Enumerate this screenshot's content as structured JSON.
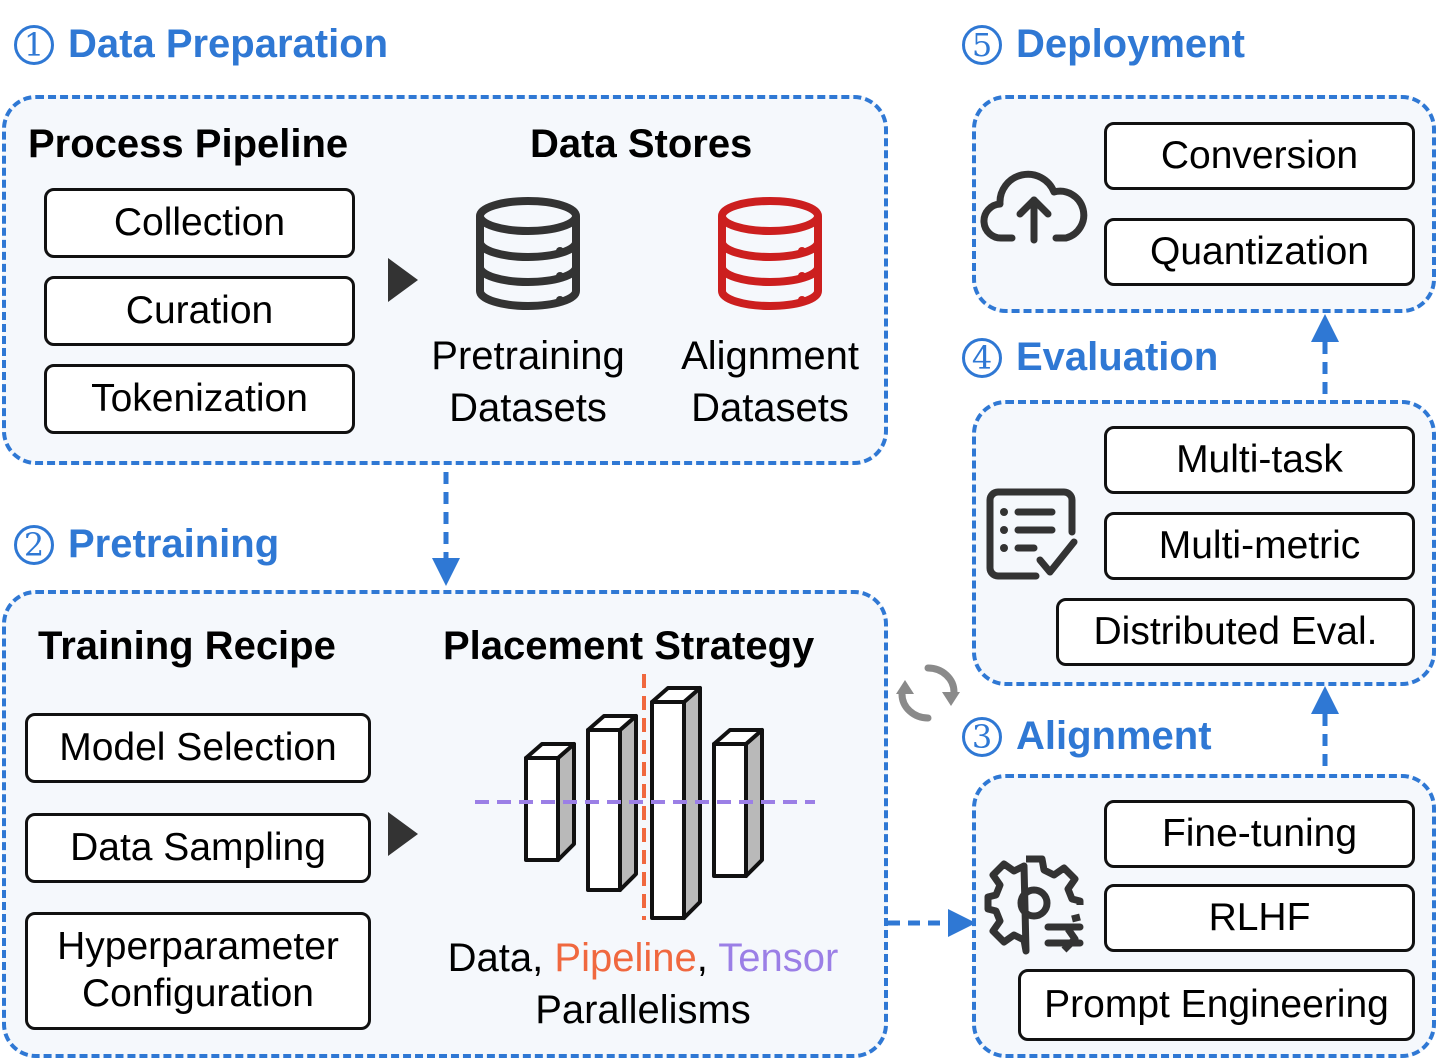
{
  "colors": {
    "accent": "#2f78d4",
    "pipeline": "#f0683f",
    "tensor": "#9b7fe6",
    "alignment_db": "#cc1f1f",
    "neutral_db": "#333333",
    "gray_bar": "#b9b9b9",
    "cycle_arrows": "#8a8a8a"
  },
  "stages": {
    "data_preparation": {
      "number": "①",
      "title": "Data Preparation",
      "process_heading": "Process Pipeline",
      "steps": [
        "Collection",
        "Curation",
        "Tokenization"
      ],
      "stores_heading": "Data Stores",
      "stores": [
        {
          "line1": "Pretraining",
          "line2": "Datasets",
          "icon": "database-icon"
        },
        {
          "line1": "Alignment",
          "line2": "Datasets",
          "icon": "database-icon"
        }
      ]
    },
    "pretraining": {
      "number": "②",
      "title": "Pretraining",
      "recipe_heading": "Training Recipe",
      "recipe_items": [
        "Model Selection",
        "Data Sampling",
        "Hyperparameter Configuration"
      ],
      "placement_heading": "Placement Strategy",
      "caption_data": "Data",
      "caption_sep1": ", ",
      "caption_pipeline": "Pipeline",
      "caption_sep2": ", ",
      "caption_tensor": "Tensor",
      "caption_line2": "Parallelisms"
    },
    "alignment": {
      "number": "③",
      "title": "Alignment",
      "items": [
        "Fine-tuning",
        "RLHF",
        "Prompt Engineering"
      ],
      "icon": "gear-settings-icon"
    },
    "evaluation": {
      "number": "④",
      "title": "Evaluation",
      "items": [
        "Multi-task",
        "Multi-metric",
        "Distributed Eval."
      ],
      "icon": "checklist-icon"
    },
    "deployment": {
      "number": "⑤",
      "title": "Deployment",
      "items": [
        "Conversion",
        "Quantization"
      ],
      "icon": "cloud-upload-icon"
    }
  }
}
